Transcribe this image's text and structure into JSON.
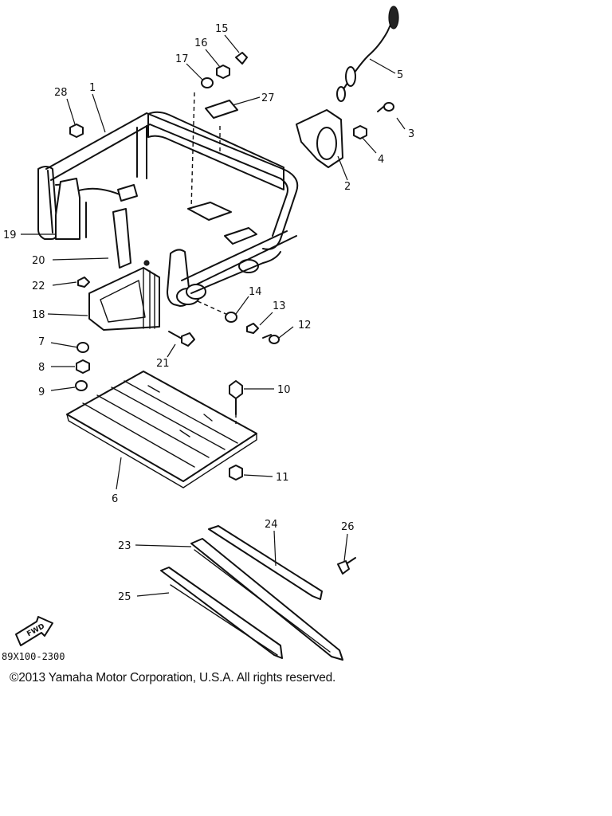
{
  "diagram": {
    "callouts": [
      "1",
      "2",
      "3",
      "4",
      "5",
      "6",
      "7",
      "8",
      "9",
      "10",
      "11",
      "12",
      "13",
      "14",
      "15",
      "16",
      "17",
      "18",
      "19",
      "20",
      "21",
      "22",
      "23",
      "24",
      "25",
      "26",
      "27",
      "28"
    ],
    "fwd_label": "FWD",
    "diagram_code": "89X100-2300",
    "copyright": "©2013 Yamaha Motor Corporation, U.S.A. All rights reserved."
  }
}
